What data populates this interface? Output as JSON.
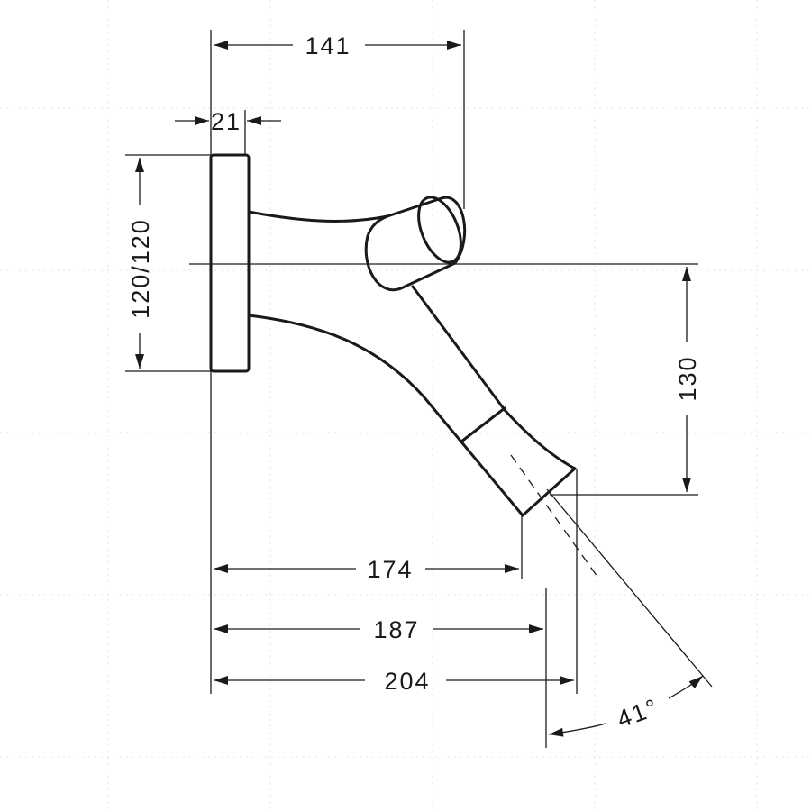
{
  "drawing": {
    "dimensions": {
      "top_width": "141",
      "flange_thickness": "21",
      "flange_height": "120/120",
      "outlet_drop": "130",
      "projection_1": "174",
      "projection_2": "187",
      "projection_3": "204",
      "spray_angle": "41°"
    }
  }
}
